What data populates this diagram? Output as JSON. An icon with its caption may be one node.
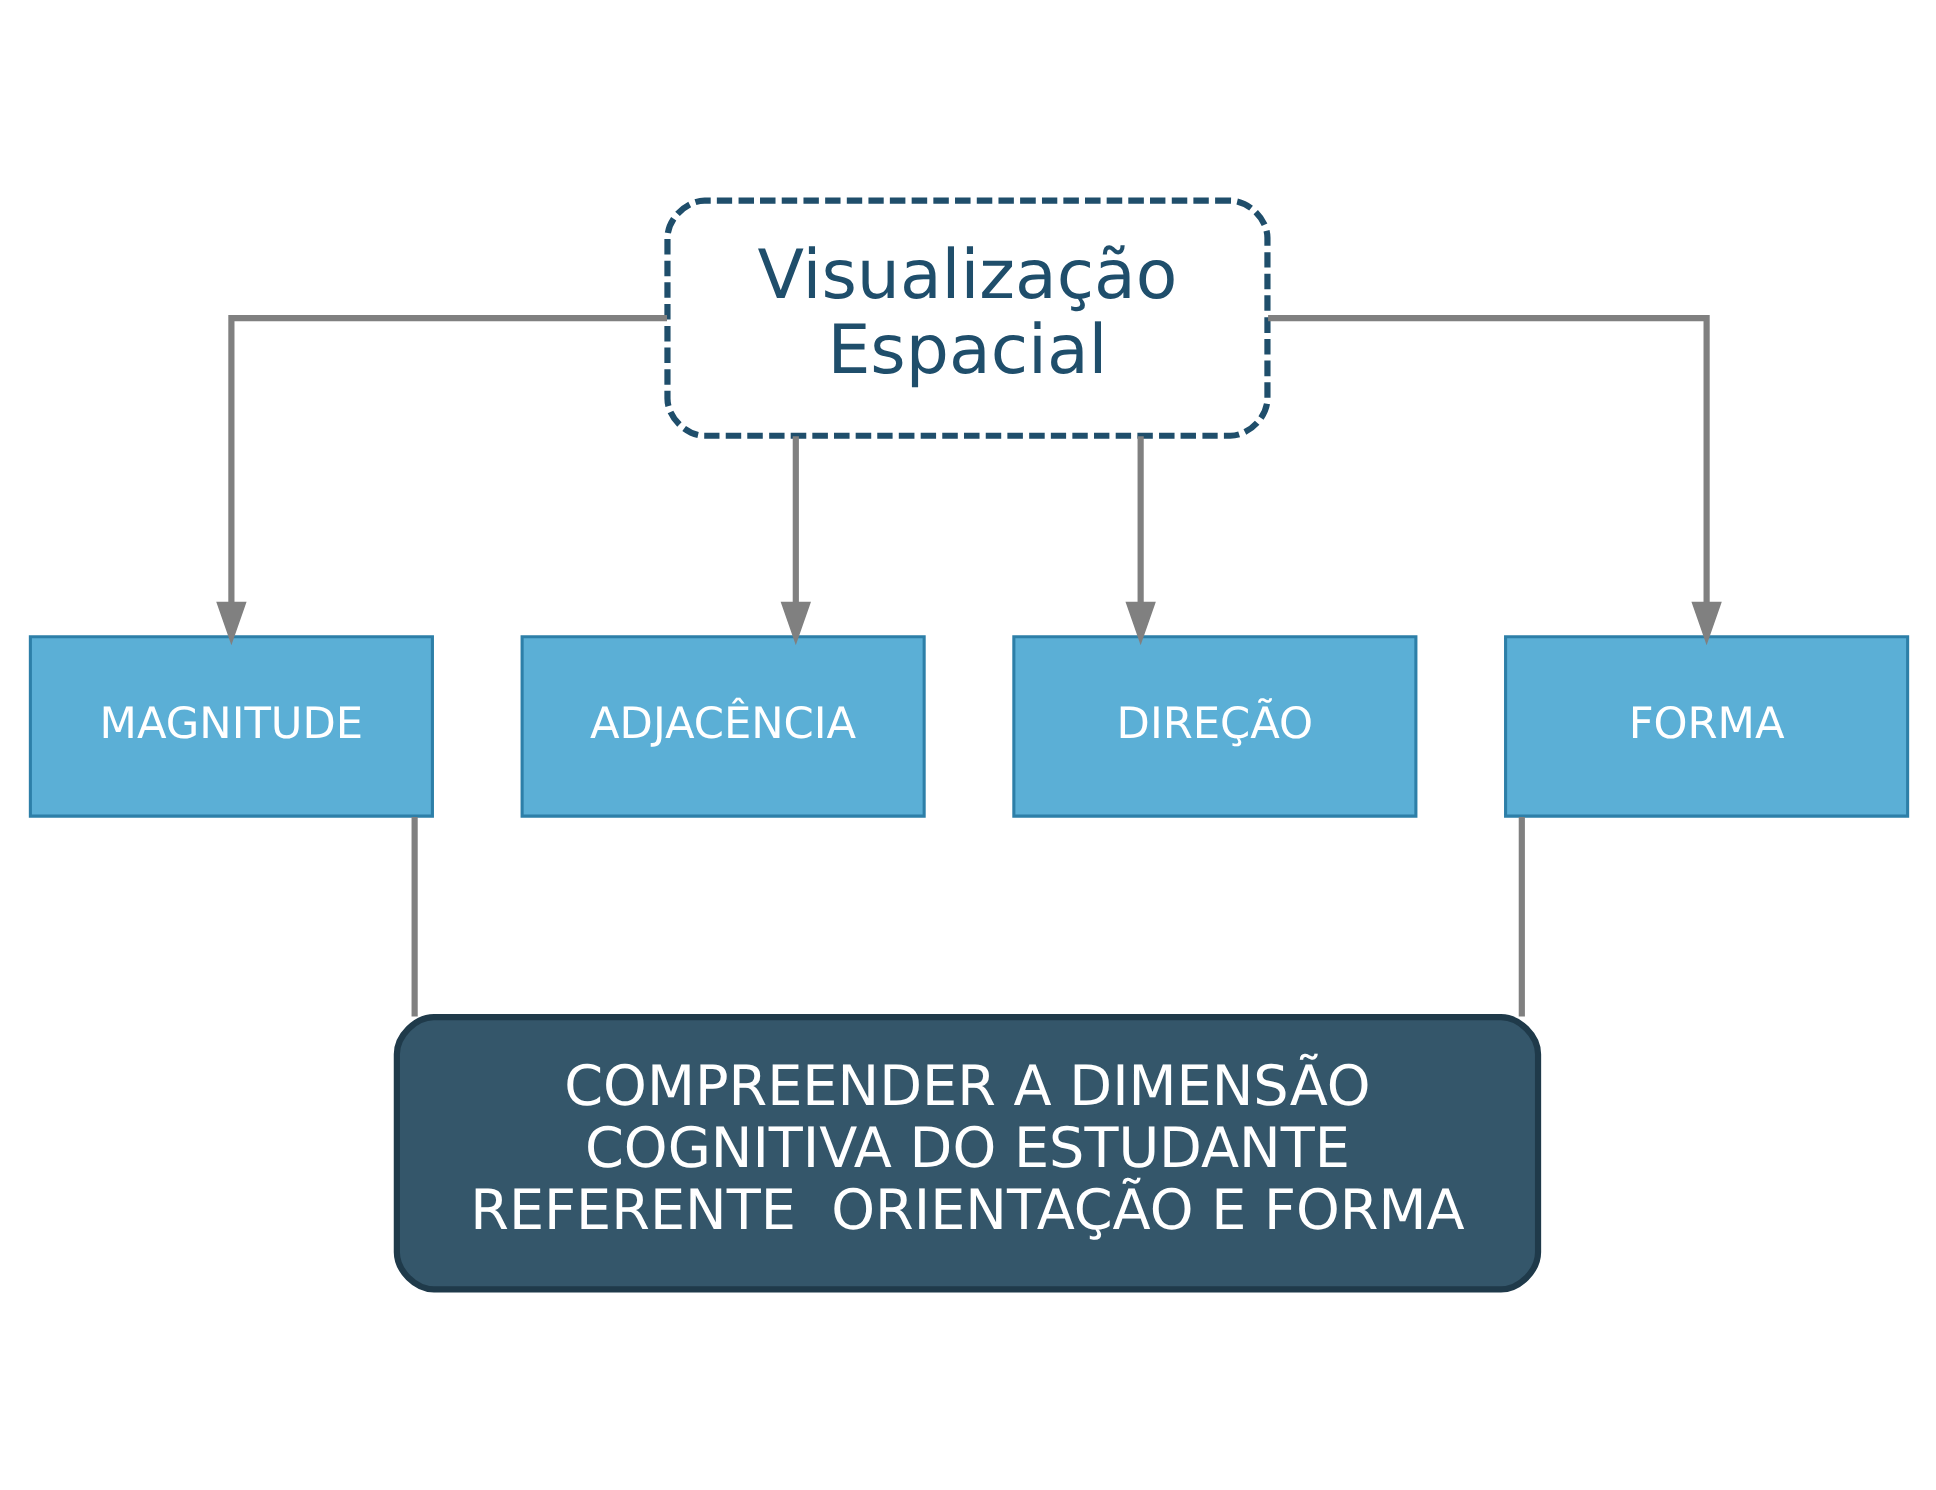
{
  "diagram": {
    "nodes": [
      {
        "text": [
          "Visualização Espacial"
        ]
      },
      {
        "text": [
          "MAGNITUDE"
        ]
      },
      {
        "text": [
          "ADJACÊNCIA"
        ]
      },
      {
        "text": [
          "DIREÇÃO"
        ]
      },
      {
        "text": [
          "FORMA"
        ]
      },
      {
        "text": [
          "COMPREENDER A DIMENSÃO COGNITIVA DO ESTUDANTE REFERENTE  ORIENTAÇÃO E FORMA"
        ]
      }
    ],
    "edges": [
      {
        "from": 0,
        "to": 1,
        "arrow": "to"
      },
      {
        "from": 0,
        "to": 2,
        "arrow": "to"
      },
      {
        "from": 0,
        "to": 3,
        "arrow": "to"
      },
      {
        "from": 0,
        "to": 4,
        "arrow": "to"
      },
      {
        "from": 1,
        "to": 5,
        "arrow": "none"
      },
      {
        "from": 4,
        "to": 5,
        "arrow": "none"
      }
    ]
  }
}
